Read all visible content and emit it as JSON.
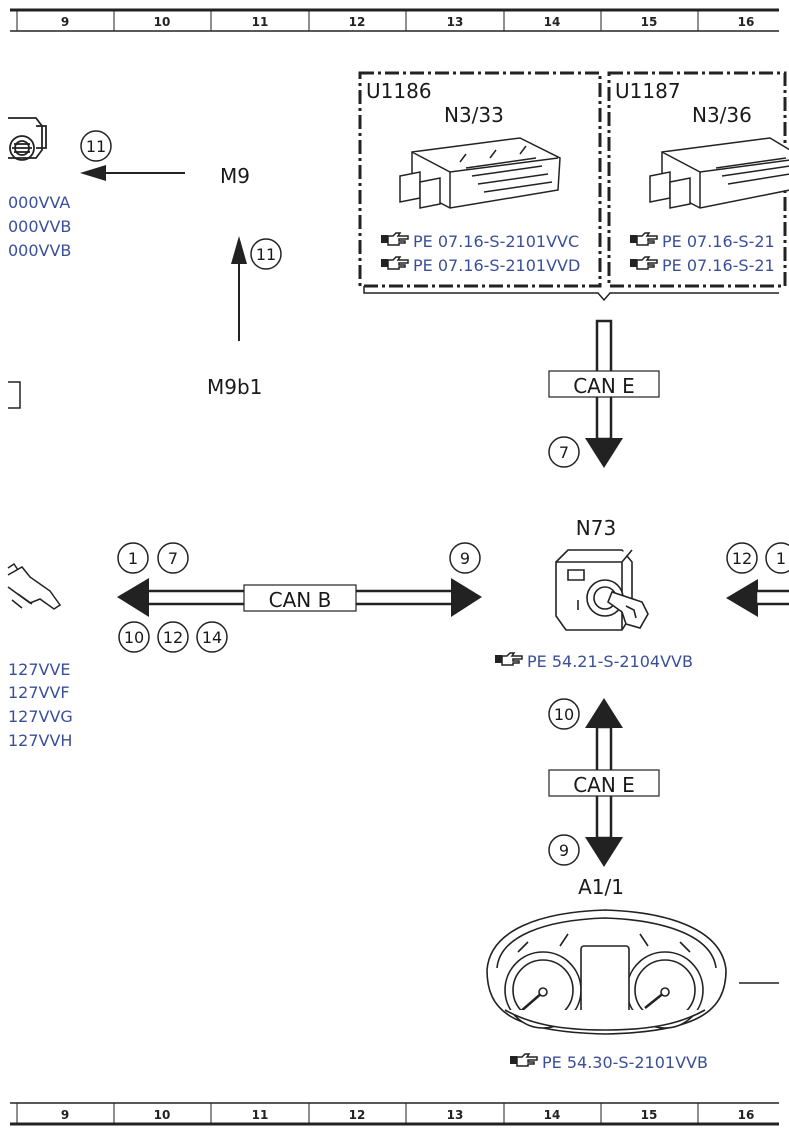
{
  "ruler": {
    "columns": [
      "9",
      "10",
      "11",
      "12",
      "13",
      "14",
      "15",
      "16"
    ]
  },
  "components": {
    "u1186": "U1186",
    "n3_33": "N3/33",
    "u1187": "U1187",
    "n3_36": "N3/36",
    "m9": "M9",
    "m9b1": "M9b1",
    "n73": "N73",
    "a1_1": "A1/1"
  },
  "buses": {
    "can_e_top": "CAN E",
    "can_b": "CAN B",
    "can_e_bottom": "CAN E"
  },
  "refs": {
    "left_top": [
      "000VVA",
      "000VVB",
      "000VVB"
    ],
    "left_mid": [
      "127VVE",
      "127VVF",
      "127VVG",
      "127VVH"
    ],
    "n3_33": [
      "PE 07.16-S-2101VVC",
      "PE 07.16-S-2101VVD"
    ],
    "n3_36": [
      "PE 07.16-S-21",
      "PE 07.16-S-21"
    ],
    "n73": "PE 54.21-S-2104VVB",
    "a1_1": "PE 54.30-S-2101VVB"
  },
  "markers": {
    "m9_arrow": "11",
    "m9b1_arrow": "11",
    "can_e_top": "7",
    "can_b_left_top": [
      "1",
      "7"
    ],
    "can_b_left_bottom": [
      "10",
      "12",
      "14"
    ],
    "can_b_right": "9",
    "right_edge": [
      "12",
      "1"
    ],
    "can_e_bottom_up": "10",
    "can_e_bottom_down": "9"
  },
  "icons": {
    "pointer": "pointing-hand-icon",
    "ecu": "ecu-module-icon",
    "ignition": "ignition-switch-icon",
    "cluster": "instrument-cluster-icon"
  }
}
